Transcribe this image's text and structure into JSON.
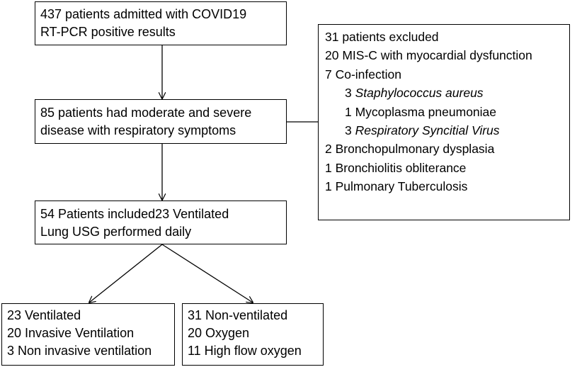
{
  "flowchart": {
    "admitted": {
      "line1": "437 patients admitted with COVID19",
      "line2": "RT-PCR positive results"
    },
    "moderate": {
      "line1": "85 patients had moderate and severe",
      "line2": "disease with respiratory symptoms"
    },
    "included": {
      "line1": "54 Patients included23 Ventilated",
      "line2": "Lung USG performed daily"
    },
    "ventilated": {
      "line1": "23 Ventilated",
      "line2": "20 Invasive Ventilation",
      "line3": "3 Non invasive ventilation"
    },
    "non_ventilated": {
      "line1": "31 Non-ventilated",
      "line2": "20 Oxygen",
      "line3": "11 High flow oxygen"
    },
    "excluded": {
      "title": "31 patients excluded",
      "misc": "20 MIS-C with myocardial dysfunction",
      "coinfection": "7 Co-infection",
      "staph_count": "3 ",
      "staph_name": "Staphylococcus aureus",
      "mycoplasma": "1 Mycoplasma pneumoniae",
      "rsv_count": "3 ",
      "rsv_name": "Respiratory Syncitial Virus",
      "bpd": "2 Bronchopulmonary dysplasia",
      "bo": "1 Bronchiolitis obliterance",
      "tb": "1 Pulmonary Tuberculosis"
    }
  }
}
